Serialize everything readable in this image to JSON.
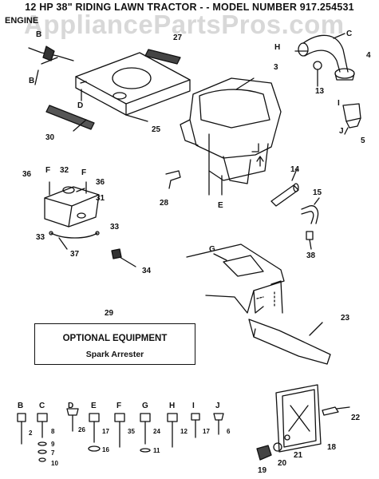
{
  "title": "12 HP 38\" RIDING LAWN TRACTOR - - MODEL NUMBER 917.254531",
  "section": "ENGINE",
  "watermark": "AppliancePartsPros.com",
  "optional_box": {
    "number": "29",
    "heading": "OPTIONAL EQUIPMENT",
    "item": "Spark Arrester"
  },
  "parts": [
    {
      "id": "p27",
      "text": "27"
    },
    {
      "id": "p3",
      "text": "3"
    },
    {
      "id": "p4",
      "text": "4"
    },
    {
      "id": "p13",
      "text": "13"
    },
    {
      "id": "p25",
      "text": "25"
    },
    {
      "id": "p30",
      "text": "30"
    },
    {
      "id": "p5",
      "text": "5"
    },
    {
      "id": "p14",
      "text": "14"
    },
    {
      "id": "p15",
      "text": "15"
    },
    {
      "id": "p28",
      "text": "28"
    },
    {
      "id": "p36a",
      "text": "36"
    },
    {
      "id": "p32",
      "text": "32"
    },
    {
      "id": "p36b",
      "text": "36"
    },
    {
      "id": "p31",
      "text": "31"
    },
    {
      "id": "p33a",
      "text": "33"
    },
    {
      "id": "p33b",
      "text": "33"
    },
    {
      "id": "p37",
      "text": "37"
    },
    {
      "id": "p34",
      "text": "34"
    },
    {
      "id": "p38",
      "text": "38"
    },
    {
      "id": "p23",
      "text": "23"
    },
    {
      "id": "p22",
      "text": "22"
    },
    {
      "id": "p18",
      "text": "18"
    },
    {
      "id": "p21",
      "text": "21"
    },
    {
      "id": "p20",
      "text": "20"
    },
    {
      "id": "p19",
      "text": "19"
    }
  ],
  "letters": [
    {
      "id": "lB1",
      "text": "B"
    },
    {
      "id": "lB2",
      "text": "B"
    },
    {
      "id": "lD",
      "text": "D"
    },
    {
      "id": "lH",
      "text": "H"
    },
    {
      "id": "lC",
      "text": "C"
    },
    {
      "id": "lI",
      "text": "I"
    },
    {
      "id": "lJ",
      "text": "J"
    },
    {
      "id": "lE",
      "text": "E"
    },
    {
      "id": "lF1",
      "text": "F"
    },
    {
      "id": "lF2",
      "text": "F"
    },
    {
      "id": "lG",
      "text": "G"
    }
  ],
  "hardware": [
    {
      "letter": "B",
      "num": "2"
    },
    {
      "letter": "C",
      "num": "8",
      "extras": [
        "9",
        "7",
        "10"
      ]
    },
    {
      "letter": "D",
      "num": "26"
    },
    {
      "letter": "E",
      "num": "17",
      "extras": [
        "16"
      ]
    },
    {
      "letter": "F",
      "num": "35"
    },
    {
      "letter": "G",
      "num": "24",
      "extras": [
        "11"
      ]
    },
    {
      "letter": "H",
      "num": "12"
    },
    {
      "letter": "I",
      "num": "17"
    },
    {
      "letter": "J",
      "num": "6"
    }
  ]
}
